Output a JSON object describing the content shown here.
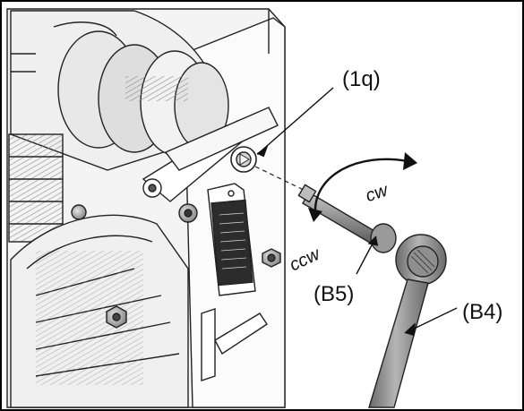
{
  "labels": {
    "part_1q": "(1q)",
    "part_b5": "(B5)",
    "part_b4": "(B4)",
    "rot_cw": "cw",
    "rot_ccw": "ccw"
  }
}
